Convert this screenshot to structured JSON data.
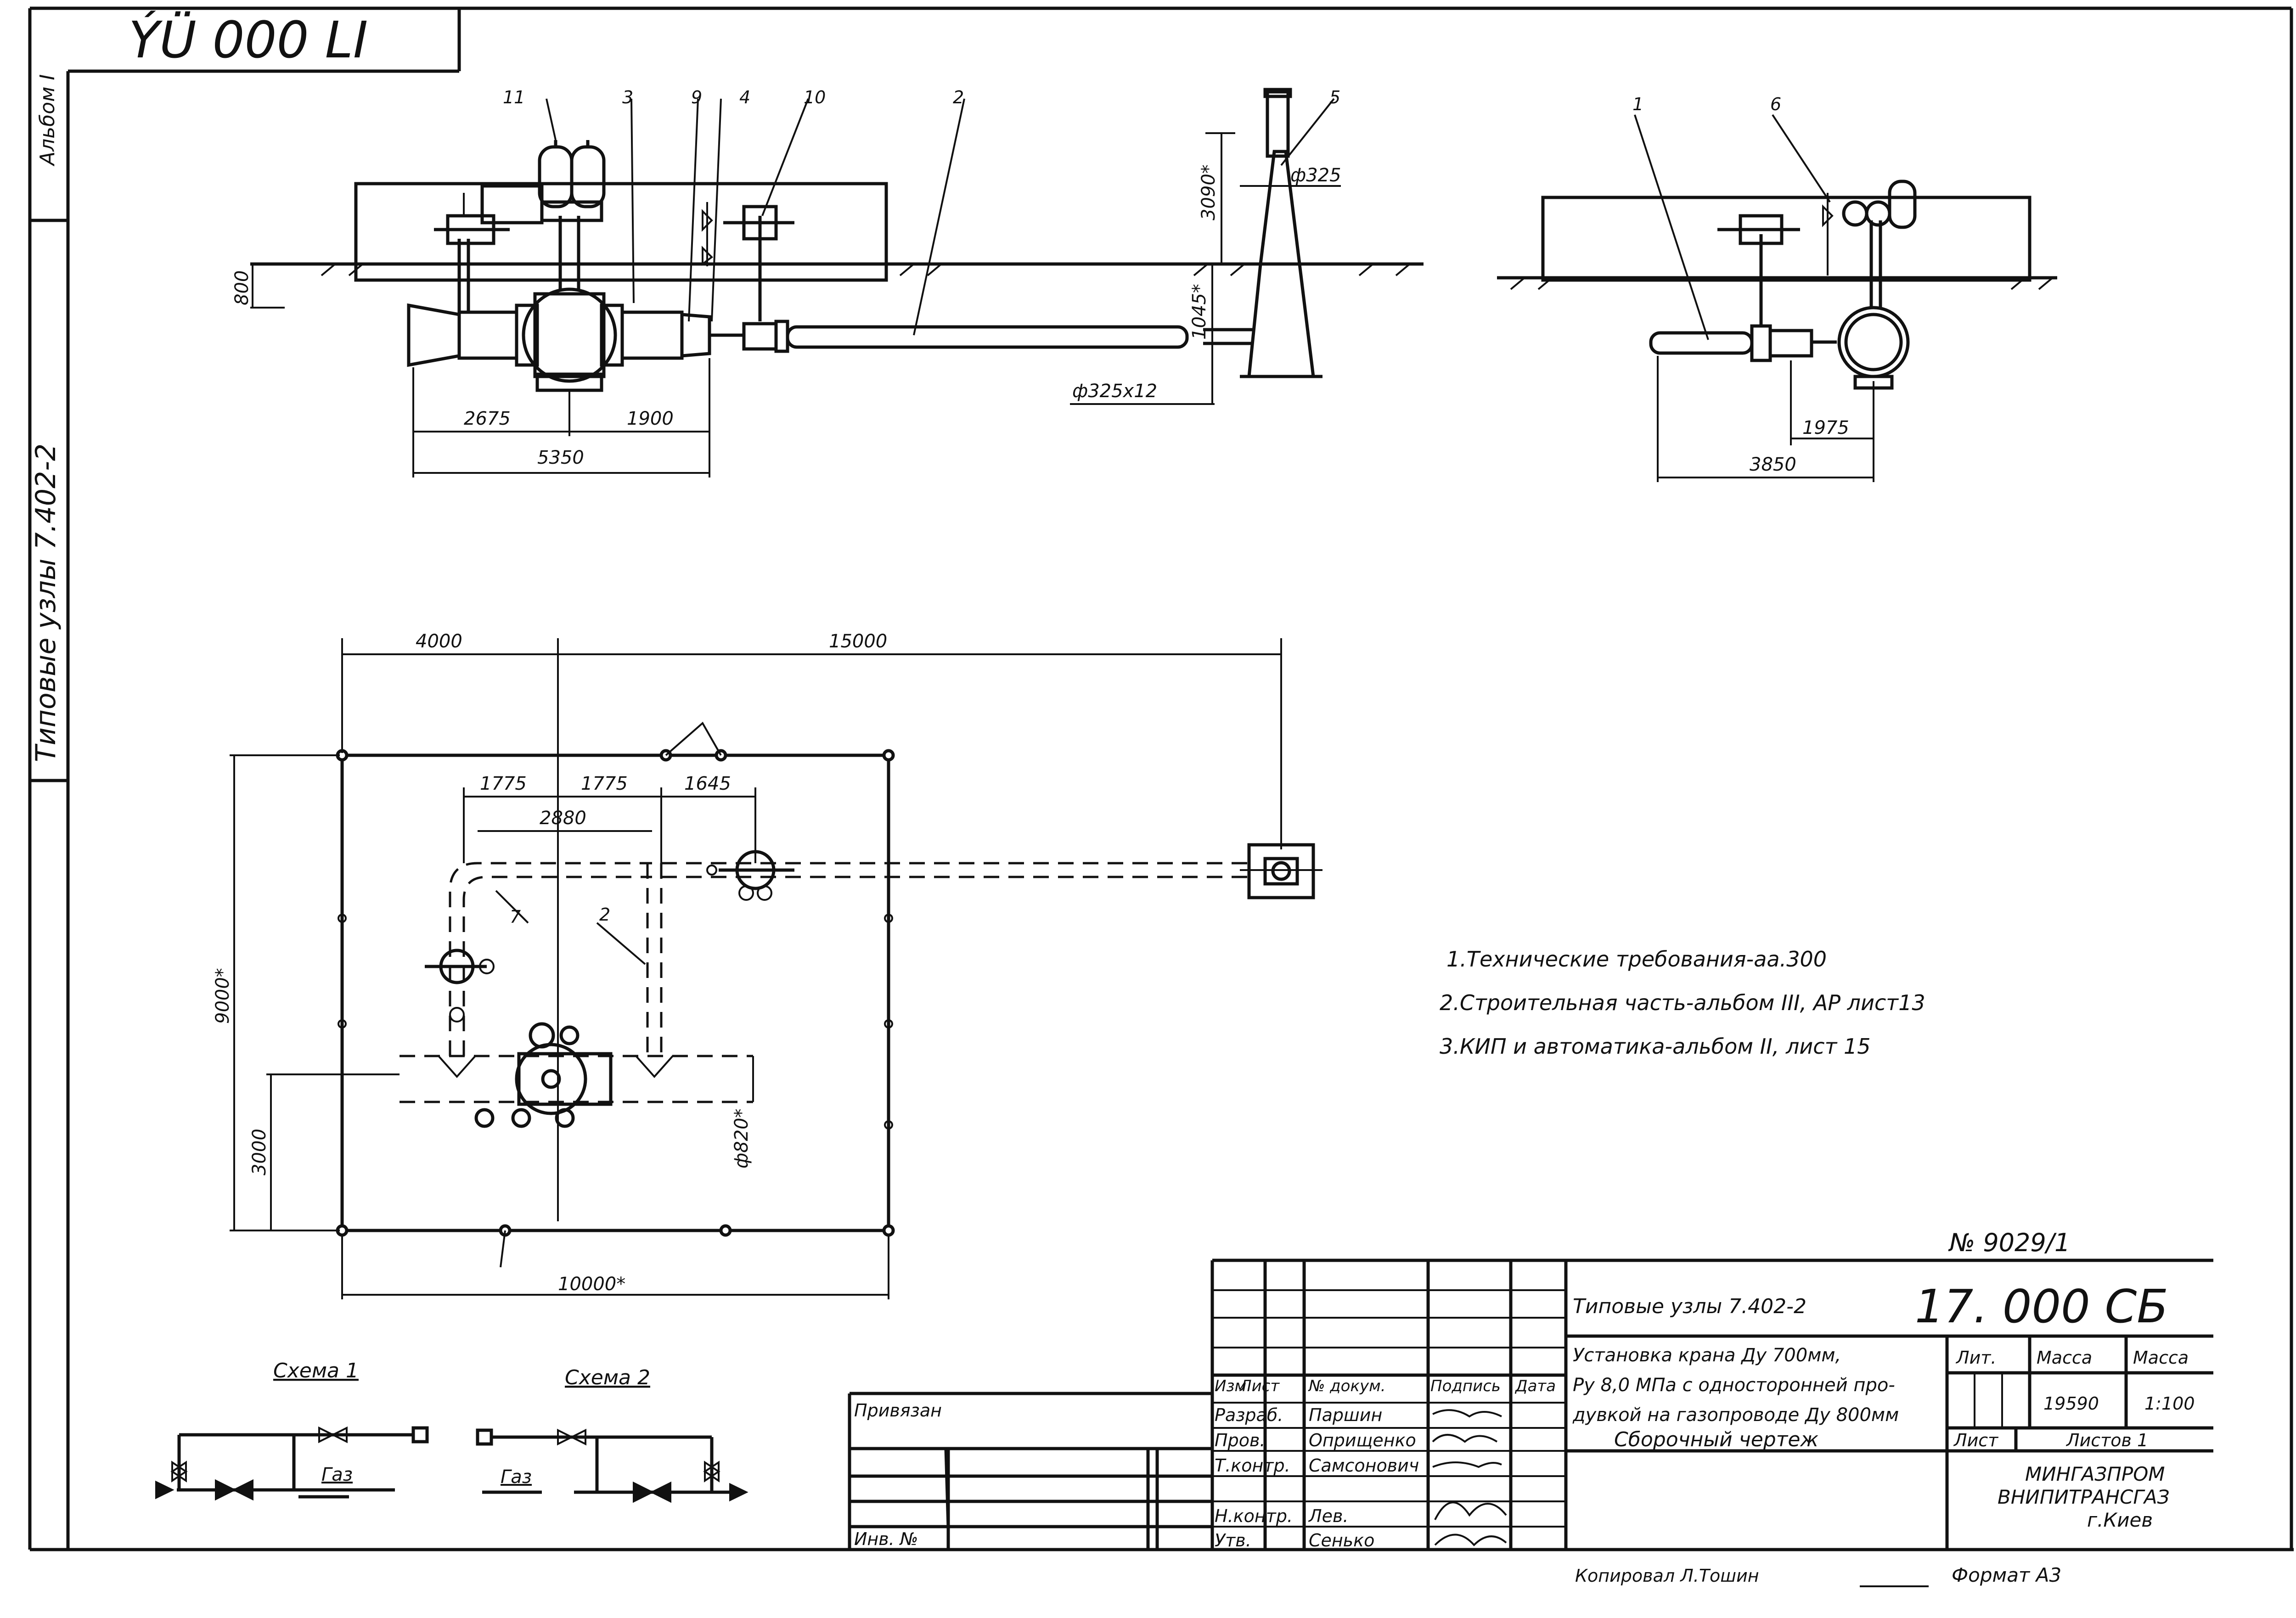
{
  "sheet": {
    "corner_code": "ÝÜ 000 LI",
    "album_label": "Альбом I",
    "series_label": "Типовые узлы 7.402-2"
  },
  "front_view": {
    "callouts": [
      "11",
      "3",
      "9",
      "4",
      "10",
      "2",
      "5"
    ],
    "dims": [
      "800",
      "2675",
      "1900",
      "5350",
      "3090*",
      "1045*",
      "ф325",
      "ф325х12"
    ]
  },
  "side_view": {
    "callouts": [
      "1",
      "6"
    ],
    "dims": [
      "1975",
      "3850"
    ]
  },
  "plan_view": {
    "callouts": [
      "7",
      "2"
    ],
    "dims": [
      "4000",
      "15000",
      "1775",
      "1775",
      "1645",
      "2880",
      "9000*",
      "3000",
      "ф820*",
      "10000*"
    ]
  },
  "notes": [
    "1.Технические требования-аа.300",
    "2.Строительная часть-альбом III, АР лист13",
    "3.КИП и автоматика-альбом II, лист 15"
  ],
  "schemes": [
    {
      "title": "Схема 1",
      "gas": "Газ"
    },
    {
      "title": "Схема 2",
      "gas": "Газ"
    }
  ],
  "title_block": {
    "doc_no": "№ 9029/1",
    "series": "Типовые узлы  7.402-2",
    "designation": "17. 000 СБ",
    "title_lines": [
      "Установка крана Ду 700мм,",
      "Ру 8,0 МПа с односторонней про-",
      "дувкой на газопроводе Ду 800мм",
      "Сборочный чертеж"
    ],
    "col_headers": [
      "Изм",
      "Лист",
      "№ докум.",
      "Подпись",
      "Дата"
    ],
    "roles": [
      "Разраб.",
      "Пров.",
      "Т.контр.",
      "Н.контр.",
      "Утв."
    ],
    "names": [
      "Паршин",
      "Оприщенко",
      "Самсонович",
      "Лев.",
      "Сенько"
    ],
    "lit_label": "Лит.",
    "mass_label": "Масса",
    "scale_label": "Масса",
    "mass": "19590",
    "scale": "1:100",
    "sheet_label": "Лист",
    "sheets_label": "Листов 1",
    "org_lines": [
      "МИНГАЗПРОМ",
      "ВНИПИТРАНСГАЗ",
      "г.Киев"
    ],
    "privyazan": "Привязан",
    "inv_no": "Инв. №",
    "copied": "Копировал Л.Тошин",
    "format": "Формат А3"
  }
}
